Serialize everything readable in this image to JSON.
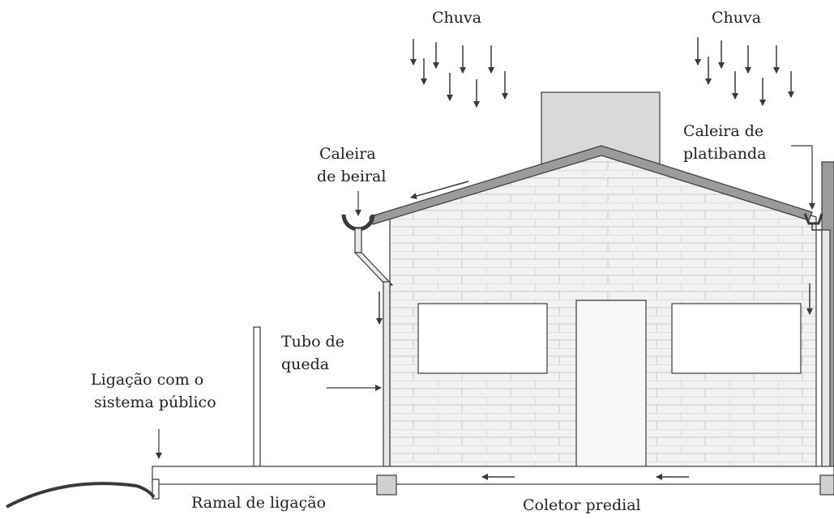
{
  "labels": {
    "rain_left": "Chuva",
    "rain_right": "Chuva",
    "eave_gutter_line1": "Caleira",
    "eave_gutter_line2": "de beiral",
    "parapet_gutter_line1": "Caleira de",
    "parapet_gutter_line2": "platibanda",
    "downpipe_line1": "Tubo de",
    "downpipe_line2": "queda",
    "public_connection_line1": "Ligação com o",
    "public_connection_line2": "sistema público",
    "branch_connection": "Ramal de ligação",
    "building_collector": "Coletor predial"
  },
  "colors": {
    "stroke": "#3a3a3a",
    "roof_fill": "#9b9b9b",
    "wall_fill": "#f2f2f2",
    "brick_line": "#c8c8c8",
    "chimney_fill": "#d9d9d9",
    "opening_fill": "#ffffff",
    "door_fill": "#f7f7f7",
    "box_fill": "#d0d0d0"
  }
}
